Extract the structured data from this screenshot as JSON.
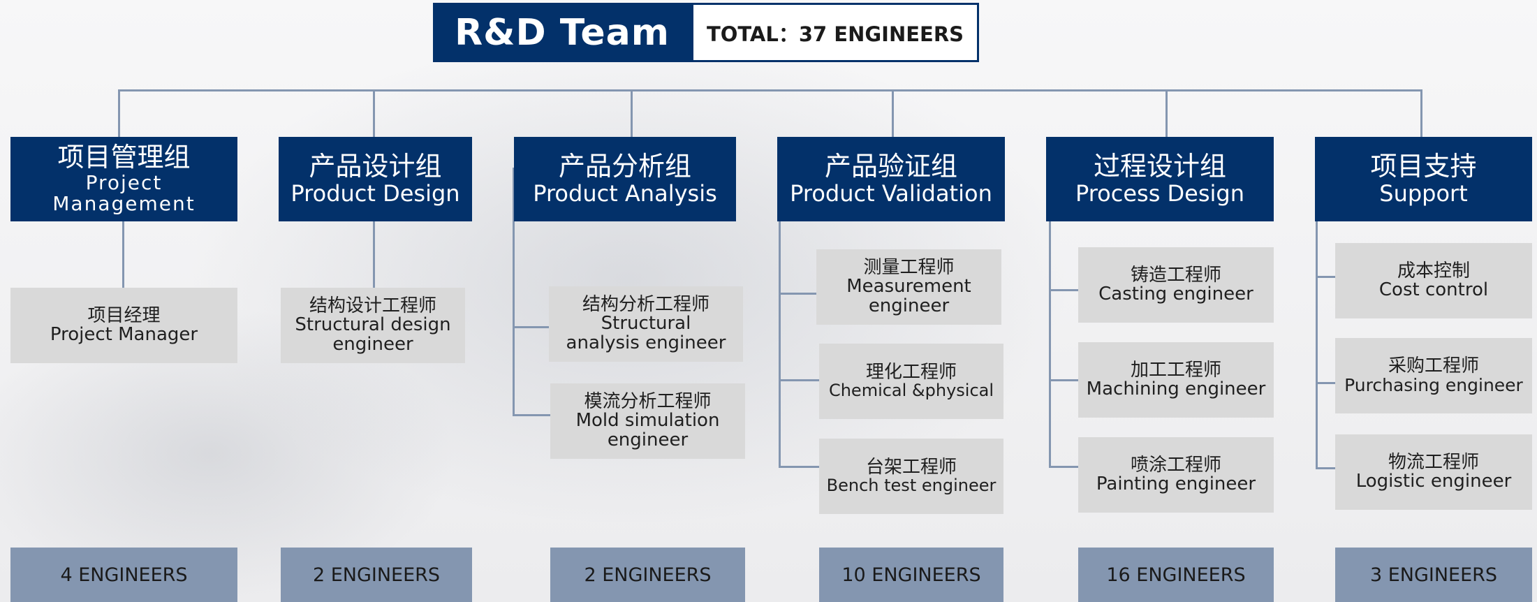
{
  "header": {
    "title": "R&D  Team",
    "total": "TOTAL：37 ENGINEERS"
  },
  "groups": [
    {
      "cn": "项目管理组",
      "en": "Project Management",
      "roles": [
        {
          "cn": "项目经理",
          "en": "Project Manager"
        }
      ],
      "count": "4  ENGINEERS"
    },
    {
      "cn": "产品设计组",
      "en": "Product Design",
      "roles": [
        {
          "cn": "结构设计工程师",
          "en": "Structural design engineer"
        }
      ],
      "count": "2 ENGINEERS"
    },
    {
      "cn": "产品分析组",
      "en": "Product Analysis",
      "roles": [
        {
          "cn": "结构分析工程师",
          "en": "Structural analysis engineer"
        },
        {
          "cn": "模流分析工程师",
          "en": "Mold simulation engineer"
        }
      ],
      "count": "2 ENGINEERS"
    },
    {
      "cn": "产品验证组",
      "en": "Product Validation",
      "roles": [
        {
          "cn": "测量工程师",
          "en": "Measurement engineer"
        },
        {
          "cn": "理化工程师",
          "en": "Chemical &physical"
        },
        {
          "cn": "台架工程师",
          "en": "Bench test engineer"
        }
      ],
      "count": "10 ENGINEERS"
    },
    {
      "cn": "过程设计组",
      "en": "Process Design",
      "roles": [
        {
          "cn": "铸造工程师",
          "en": "Casting engineer"
        },
        {
          "cn": "加工工程师",
          "en": "Machining engineer"
        },
        {
          "cn": "喷涂工程师",
          "en": "Painting engineer"
        }
      ],
      "count": "16 ENGINEERS"
    },
    {
      "cn": "项目支持",
      "en": "Support",
      "roles": [
        {
          "cn": "成本控制",
          "en": "Cost control"
        },
        {
          "cn": "采购工程师",
          "en": "Purchasing engineer"
        },
        {
          "cn": "物流工程师",
          "en": "Logistic engineer"
        }
      ],
      "count": "3 ENGINEERS"
    }
  ],
  "colors": {
    "header_blue": "#03316a",
    "connector": "#8496b0",
    "role_bg": "#d9d9d9",
    "count_bg": "#8496b0"
  }
}
